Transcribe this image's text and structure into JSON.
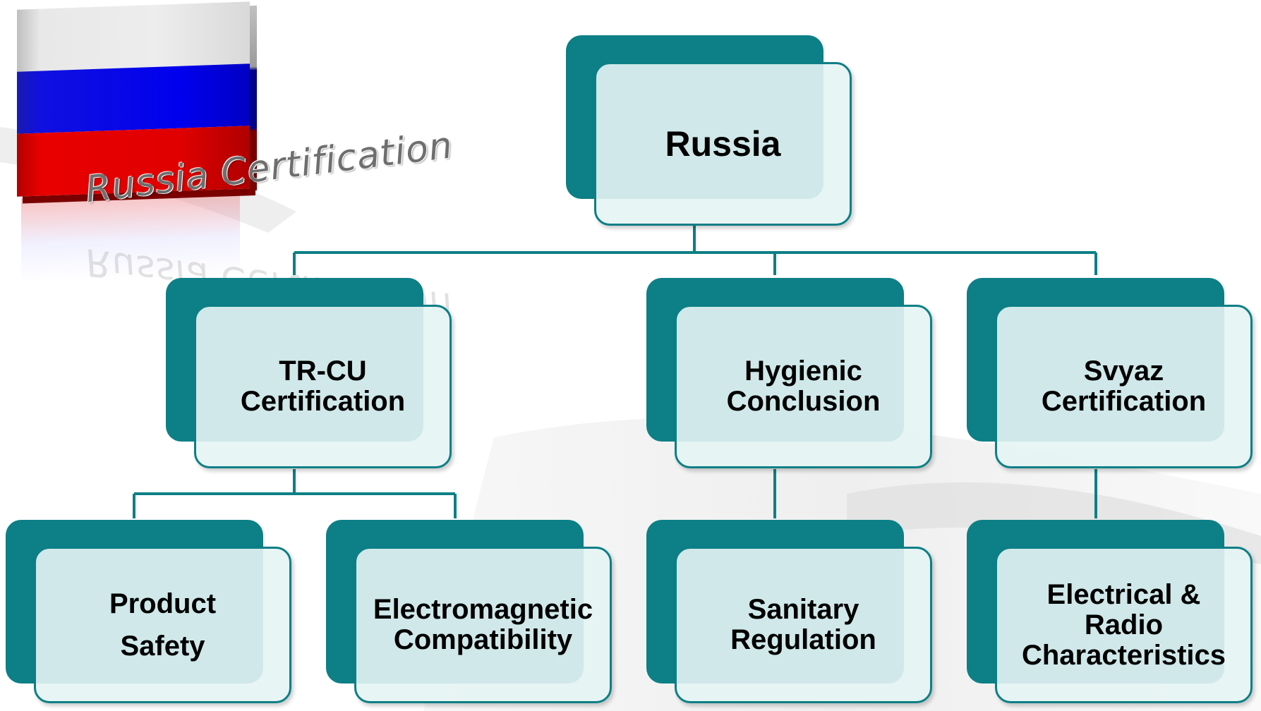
{
  "brand": {
    "text": "Russia Certification"
  },
  "diagram": {
    "root": {
      "label": "Russia"
    },
    "level1": [
      {
        "label": "TR-CU\nCertification"
      },
      {
        "label": "Hygienic\nConclusion"
      },
      {
        "label": "Svyaz\nCertification"
      }
    ],
    "level2": [
      {
        "label": "Product\nSafety"
      },
      {
        "label": "Electromagnetic\nCompatibility"
      },
      {
        "label": "Sanitary\nRegulation"
      },
      {
        "label": "Electrical &\nRadio\nCharacteristics"
      }
    ]
  },
  "colors": {
    "node_back": "#0d7f86",
    "node_front": "#e6f4f4",
    "flag_white": "#ededed",
    "flag_blue": "#0000ee",
    "flag_red": "#e00000"
  },
  "icons": [
    "russia-flag-icon"
  ]
}
